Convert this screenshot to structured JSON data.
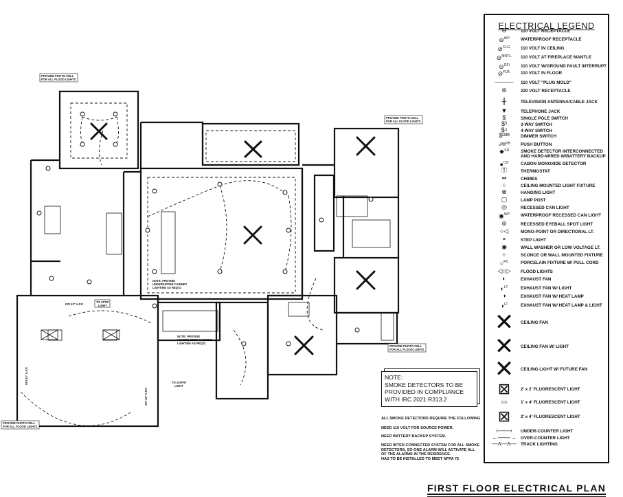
{
  "drawing_title": "FIRST FLOOR ELECTRICAL PLAN",
  "legend": {
    "title": "ELECTRICAL LEGEND",
    "items": [
      {
        "symbol": "receptacle-icon",
        "label": "110 VOLT RECEPTACLE"
      },
      {
        "symbol": "waterproof-receptacle-icon",
        "tag": "WP",
        "label": "WATERPROOF RECEPTACLE"
      },
      {
        "symbol": "ceiling-receptacle-icon",
        "tag": "CLG.",
        "label": "110 VOLT IN CEILING"
      },
      {
        "symbol": "mantle-receptacle-icon",
        "tag": "MNTL.",
        "label": "110 VOLT AT FIREPLACE MANTLE"
      },
      {
        "symbol": "gfi-receptacle-icon",
        "tag": "GFI",
        "label": "110 VOLT W/GROUND FAULT INTERRUPT"
      },
      {
        "symbol": "floor-receptacle-icon",
        "tag": "FLR.",
        "label": "110 VOLT IN FLOOR"
      },
      {
        "symbol": "plug-mold-icon",
        "label": "110 VOLT \"PLUG MOLD\""
      },
      {
        "symbol": "220-receptacle-icon",
        "label": "220 VOLT RECEPTACLE"
      },
      {
        "symbol": "tv-jack-icon",
        "label": "TELEVISION ANTENNA/CABLE JACK"
      },
      {
        "symbol": "telephone-jack-icon",
        "label": "TELEPHONE JACK"
      },
      {
        "symbol": "single-pole-switch-icon",
        "tag": "$",
        "label": "SINGLE POLE SWITCH"
      },
      {
        "symbol": "three-way-switch-icon",
        "tag": "$3",
        "label": "3-WAY SWITCH"
      },
      {
        "symbol": "four-way-switch-icon",
        "tag": "$4",
        "label": "4-WAY SWITCH"
      },
      {
        "symbol": "dimmer-switch-icon",
        "tag": "$DIM",
        "label": "DIMMER SWITCH"
      },
      {
        "symbol": "push-button-icon",
        "tag": "PB",
        "label": "PUSH BUTTON"
      },
      {
        "symbol": "smoke-detector-icon",
        "tag": "SD",
        "label": "SMOKE DETECTOR INTERCONNECTED AND HARD-WIRED W/BATTERY BACKUP"
      },
      {
        "symbol": "co-detector-icon",
        "tag": "CO",
        "label": "CABON MONOXIDE DETECTOR"
      },
      {
        "symbol": "thermostat-icon",
        "label": "THERMOSTAT"
      },
      {
        "symbol": "chimes-icon",
        "label": "CHIMES"
      },
      {
        "symbol": "ceiling-light-icon",
        "label": "CEILING MOUNTED LIGHT FIXTURE"
      },
      {
        "symbol": "hanging-light-icon",
        "label": "HANGING LIGHT"
      },
      {
        "symbol": "lamp-post-icon",
        "label": "LAMP POST"
      },
      {
        "symbol": "recessed-can-icon",
        "label": "RECESSED CAN LIGHT"
      },
      {
        "symbol": "waterproof-recessed-can-icon",
        "tag": "WP",
        "label": "WATERPROOF RECESSED CAN LIGHT"
      },
      {
        "symbol": "eyeball-spot-icon",
        "label": "RECESSED EYEBALL SPOT LIGHT"
      },
      {
        "symbol": "mono-point-icon",
        "label": "MONO-POINT OR DIRECTIONAL LT."
      },
      {
        "symbol": "step-light-icon",
        "label": "STEP LIGHT"
      },
      {
        "symbol": "wall-washer-icon",
        "label": "WALL WASHER OR LOW VOLTAGE LT."
      },
      {
        "symbol": "sconce-icon",
        "label": "SCONCE OR WALL MOUNTED FIXTURE"
      },
      {
        "symbol": "porcelain-fixture-icon",
        "tag": "PC",
        "label": "PORCELAIN FIXTURE W/ PULL CORD"
      },
      {
        "symbol": "flood-lights-icon",
        "label": "FLOOD LIGHTS"
      },
      {
        "symbol": "exhaust-fan-icon",
        "label": "EXHAUST FAN"
      },
      {
        "symbol": "exhaust-fan-light-icon",
        "tag": "LT",
        "label": "EXHAUST FAN W/ LIGHT"
      },
      {
        "symbol": "exhaust-fan-heat-icon",
        "label": "EXHAUST FAN W/ HEAT LAMP"
      },
      {
        "symbol": "exhaust-fan-heat-light-icon",
        "tag": "LT",
        "label": "EXHAUST FAN W/ HEAT LAMP & LIGHT"
      },
      {
        "symbol": "ceiling-fan-icon",
        "label": "CEILING FAN"
      },
      {
        "symbol": "ceiling-fan-light-icon",
        "label": "CEILING FAN W/ LIGHT"
      },
      {
        "symbol": "ceiling-light-future-fan-icon",
        "label": "CEILING LIGHT W/ FUTURE FAN"
      },
      {
        "symbol": "fluorescent-2x2-icon",
        "label": "2' x 2' FLUORESCENT LIGHT"
      },
      {
        "symbol": "fluorescent-1x4-icon",
        "label": "1' x 4' FLUORESCENT LIGHT"
      },
      {
        "symbol": "fluorescent-2x4-icon",
        "label": "2' x 4' FLUORESCENT LIGHT"
      },
      {
        "symbol": "under-counter-light-icon",
        "label": "UNDER-COUNTER LIGHT"
      },
      {
        "symbol": "over-counter-light-icon",
        "label": "OVER-COUNTER LIGHT"
      },
      {
        "symbol": "track-lighting-icon",
        "label": "TRACK LIGHTING"
      }
    ]
  },
  "note": {
    "heading": "NOTE:",
    "lines": [
      "SMOKE DETECTORS TO BE",
      "PROVIDED IN COMPLIANCE",
      "WITH IRC 2021 R313.2"
    ]
  },
  "requirements": [
    "ALL SMOKE DETECTORS REQUIRE THE FOLLOWING",
    "NEED 110 VOLT FOR SOURCE POWER.",
    "NEED BATTERY BACKUP SYSTEM.",
    "NEED INTER-CONNECTED SYSTEM FOR ALL SMOKE",
    "DETECTORS, SO ONE ALARM WILL ACTIVATE ALL",
    "OF THE ALARMS IN THE RESIDENCE.",
    "HAS TO BE INSTALLED TO MEET NFPA 72"
  ],
  "plan_labels": {
    "photocell_1": [
      "PROVIDE PHOTO-CELL",
      "FOR ALL FLOOD LIGHTS"
    ],
    "photocell_2": [
      "PROVIDE PHOTO-CELL",
      "FOR ALL FLOOD LIGHTS"
    ],
    "photocell_3": [
      "PROVIDE PHOTO-CELL",
      "FOR ALL FLOOD LIGHTS"
    ],
    "photocell_4": [
      "PROVIDE PHOTO-CELL",
      "FOR ALL FLOOD LIGHTS"
    ],
    "cabinet_note_1": [
      "NOTE: PROVIDE",
      "UNDER/UPPER CABINET",
      "LIGHTING AS REQ'D."
    ],
    "cabinet_note_2": [
      "NOTE: PROVIDE",
      "UNDER/UPPER CABINET",
      "LIGHTING AS REQ'D."
    ],
    "soffit": [
      "TO SOFFIT",
      "LIGHT"
    ],
    "attic": [
      "TO ATTIC",
      "LIGHT"
    ],
    "gfi_garage": "GFI 42\" A.F.F.",
    "gfi_side_1": "GFI 42\" A.F.F.",
    "gfi_side_2": "GFI 42\" A.F.F."
  }
}
